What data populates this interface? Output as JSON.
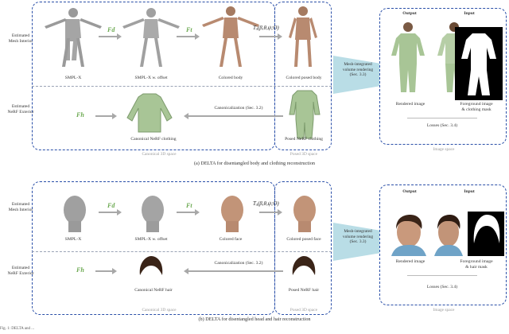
{
  "top": {
    "row_labels": [
      "Estimated\nMesh Interior",
      "Estimated\nNeRF Exterior"
    ],
    "ops": {
      "fd": "Fd",
      "ft": "Ft",
      "fh": "Fh",
      "transform": "Tₐ(β,θ,ψ;O)"
    },
    "labels": [
      "SMPL-X",
      "SMPL-X w. offset",
      "Colored body",
      "Colored posed body",
      "Canonical NeRF clothing",
      "Posed NeRF clothing"
    ],
    "canonicalization": "Canonicalization (Sec. 3.2)",
    "render": "Mesh-integrated\nvolume rendering\n(Sec. 3.3)",
    "output": "Output",
    "input": "Input",
    "rendered": "Rendered image",
    "foreground": "Foreground image\n& clothing mask",
    "losses": "Losses (Sec. 3.4)",
    "image_space": "Image space",
    "canonical_space": "Canonical 3D space",
    "posed_space": "Posed 3D space",
    "caption": "(a) DELTA for disentangled body and clothing reconstruction"
  },
  "bottom": {
    "row_labels": [
      "Estimated\nMesh Interior",
      "Estimated\nNeRF Exterior"
    ],
    "ops": {
      "fd": "Fd",
      "ft": "Ft",
      "fh": "Fh",
      "transform": "Tₐ(β,θ,ψ;O)"
    },
    "labels": [
      "SMPL-X",
      "SMPL-X w. offset",
      "Colored face",
      "Colored posed face",
      "Canonical NeRF hair",
      "Posed NeRF hair"
    ],
    "canonicalization": "Canonicalization (Sec. 3.2)",
    "render": "Mesh-integrated\nvolume rendering\n(Sec. 3.3)",
    "output": "Output",
    "input": "Input",
    "rendered": "Rendered image",
    "foreground": "Foreground image\n& hair mask",
    "losses": "Losses (Sec. 3.4)",
    "image_space": "Image space",
    "canonical_space": "Canonical 3D space",
    "posed_space": "Posed 3D space",
    "caption": "(b) DELTA for disentangled head and hair reconstruction"
  },
  "footer": "Fig. 1: DELTA and ..."
}
